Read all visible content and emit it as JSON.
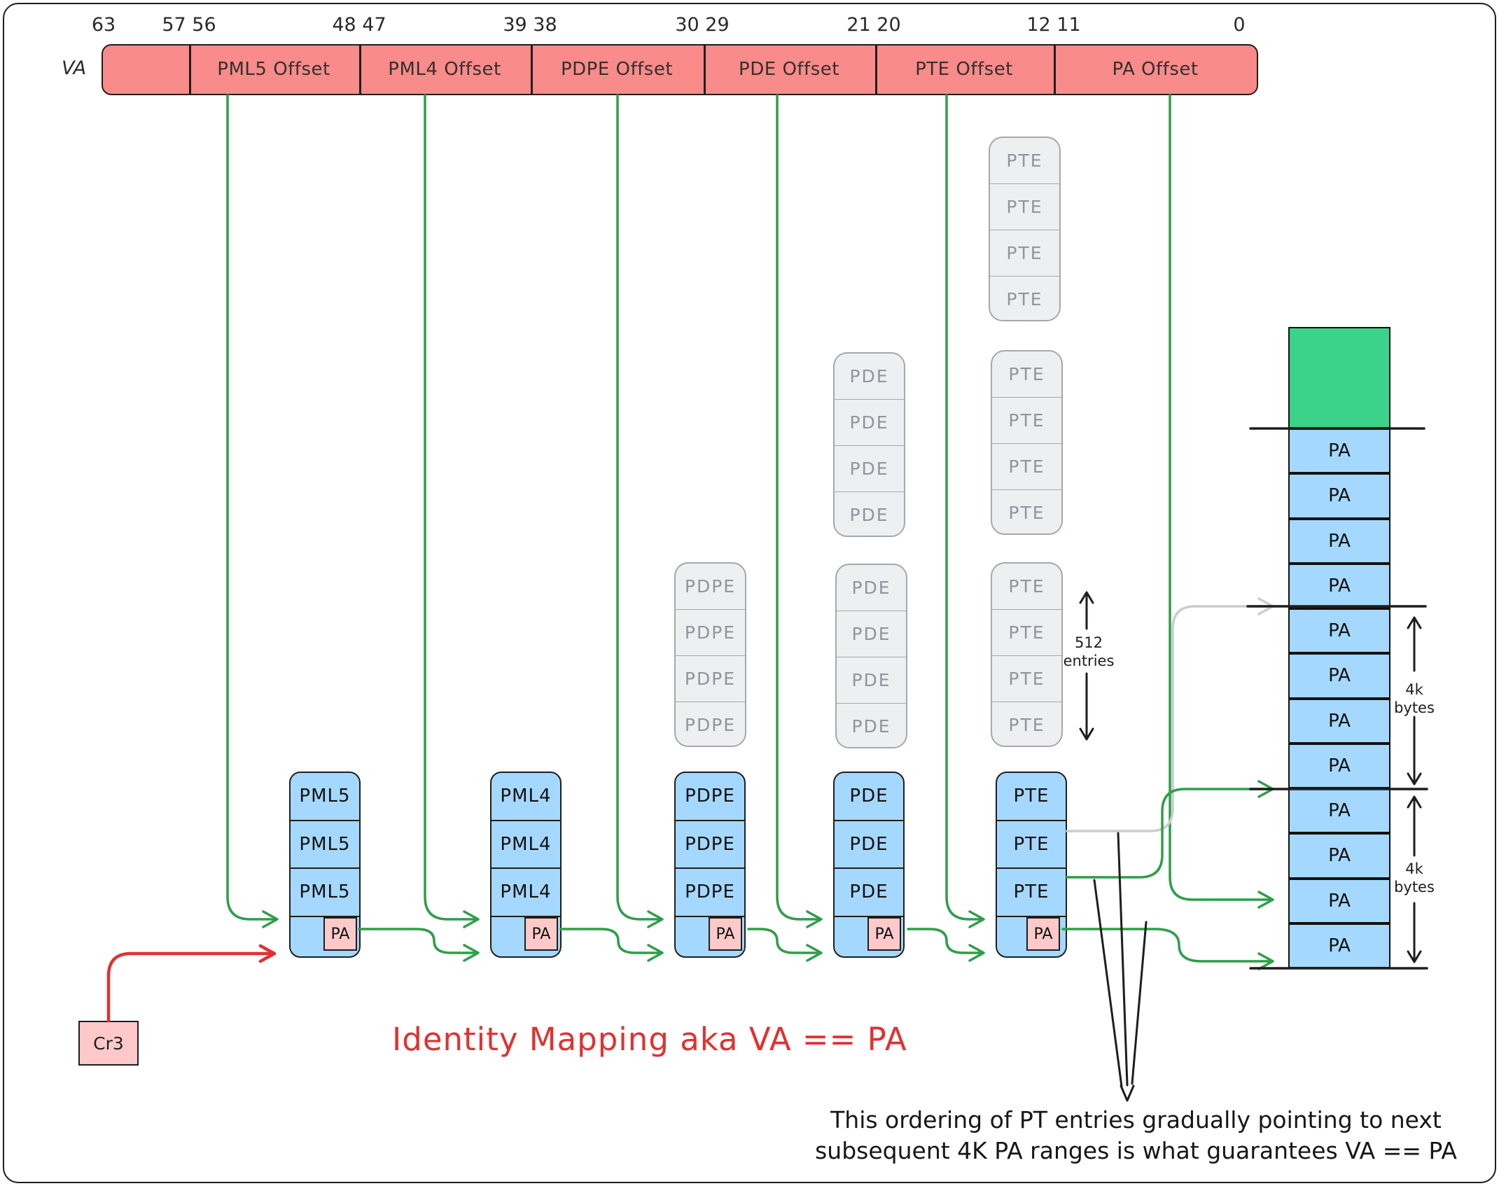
{
  "colors": {
    "bar_fill": "#f98b8b",
    "table_fill": "#a5d8ff",
    "pa_box_fill": "#ffc9c9",
    "ghost_fill": "#edeff1",
    "green_line": "#2e9e4a",
    "green_cell": "#3bd389",
    "red": "#e03131",
    "gray_line": "#c9ccd0",
    "ink": "#1e1e1e"
  },
  "va_label": "VA",
  "bits": [
    "63",
    "57 56",
    "48 47",
    "39 38",
    "30 29",
    "21 20",
    "12 11",
    "0"
  ],
  "va_bar": {
    "segments": [
      {
        "label": ""
      },
      {
        "label": "PML5 Offset"
      },
      {
        "label": "PML4 Offset"
      },
      {
        "label": "PDPE Offset"
      },
      {
        "label": "PDE Offset"
      },
      {
        "label": "PTE Offset"
      },
      {
        "label": "PA Offset"
      }
    ]
  },
  "ghost_stacks": [
    {
      "entry": "PTE"
    },
    {
      "entry": "PDE"
    },
    {
      "entry": "PTE"
    },
    {
      "entry": "PDPE"
    },
    {
      "entry": "PDE"
    },
    {
      "entry": "PTE"
    }
  ],
  "tables": [
    {
      "entry": "PML5",
      "pa_label": "PA"
    },
    {
      "entry": "PML4",
      "pa_label": "PA"
    },
    {
      "entry": "PDPE",
      "pa_label": "PA"
    },
    {
      "entry": "PDE",
      "pa_label": "PA"
    },
    {
      "entry": "PTE",
      "pa_label": "PA"
    }
  ],
  "pa_stack": {
    "cell_label": "PA",
    "cell_count": 12
  },
  "labels": {
    "entries_count": "512",
    "entries_word": "entries",
    "fourk_line1": "4k",
    "fourk_line2": "bytes",
    "cr3": "Cr3"
  },
  "captions": {
    "identity": "Identity Mapping aka VA == PA",
    "note_line1": "This ordering of PT entries gradually pointing to next",
    "note_line2": "subsequent 4K PA ranges is what guarantees VA == PA"
  }
}
